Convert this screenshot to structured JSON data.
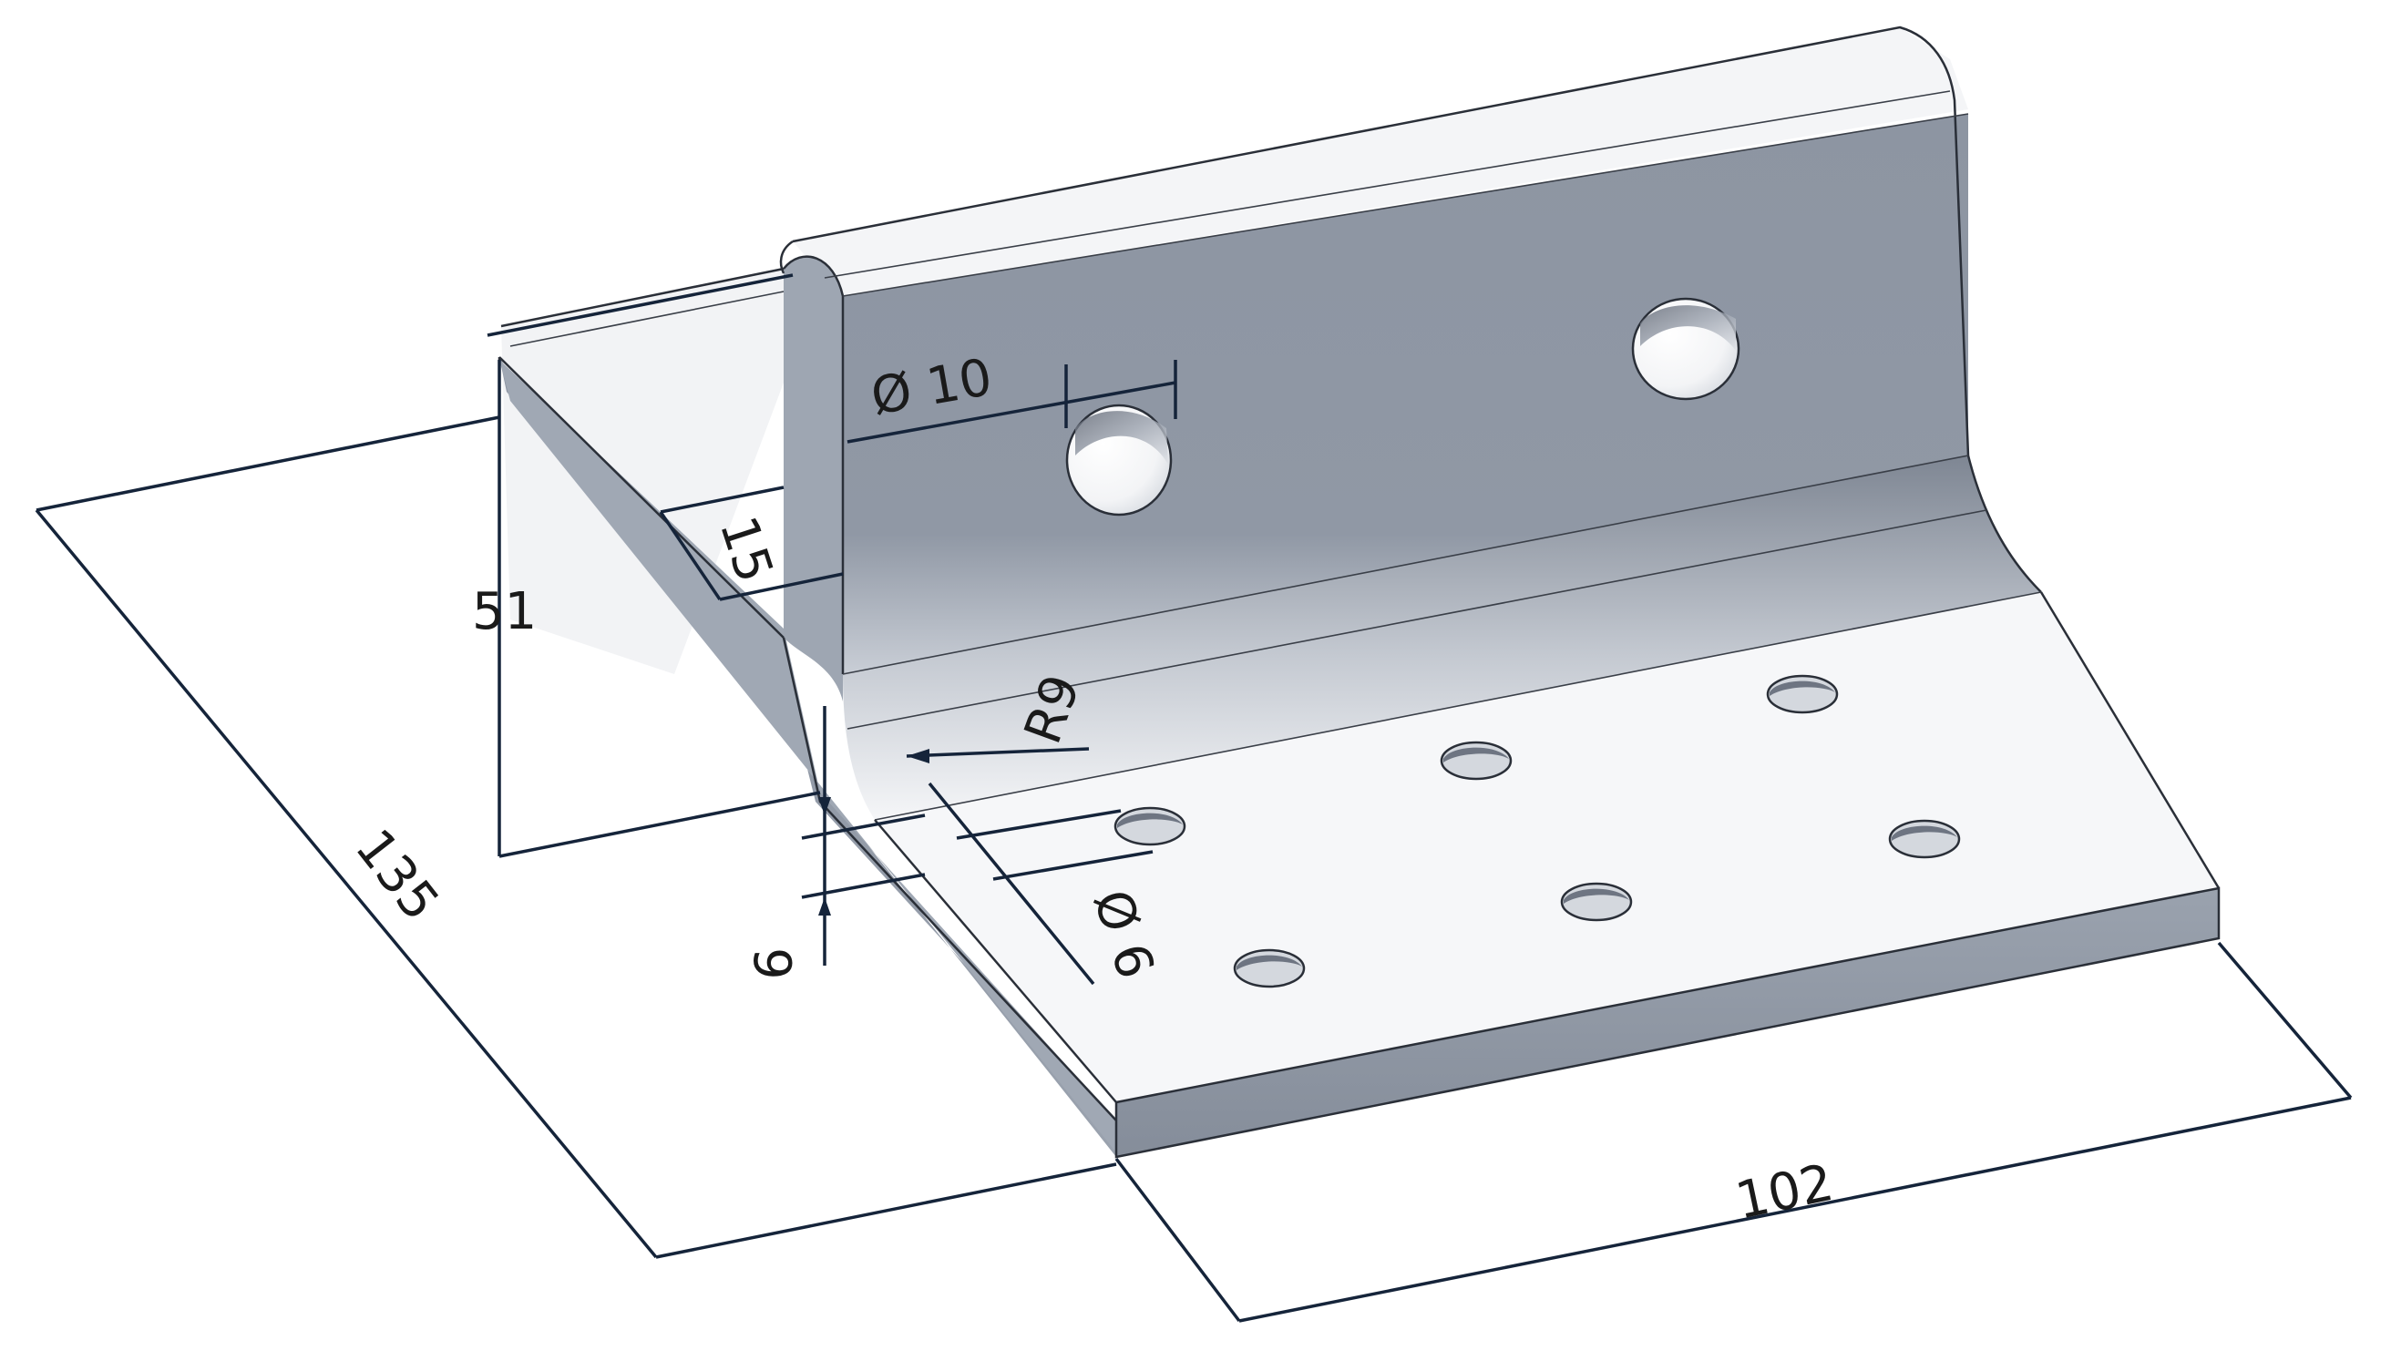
{
  "drawing": {
    "dimensions": {
      "total_length": "135",
      "width": "102",
      "height": "51",
      "edge_offset": "15",
      "thickness": "9",
      "bend_radius": "R9",
      "large_hole": "Ø 10",
      "small_hole": "Ø 6"
    }
  },
  "colors": {
    "face_dark": "#8b93a0",
    "face_light": "#f4f5f7",
    "dimension_line": "#15243a"
  }
}
